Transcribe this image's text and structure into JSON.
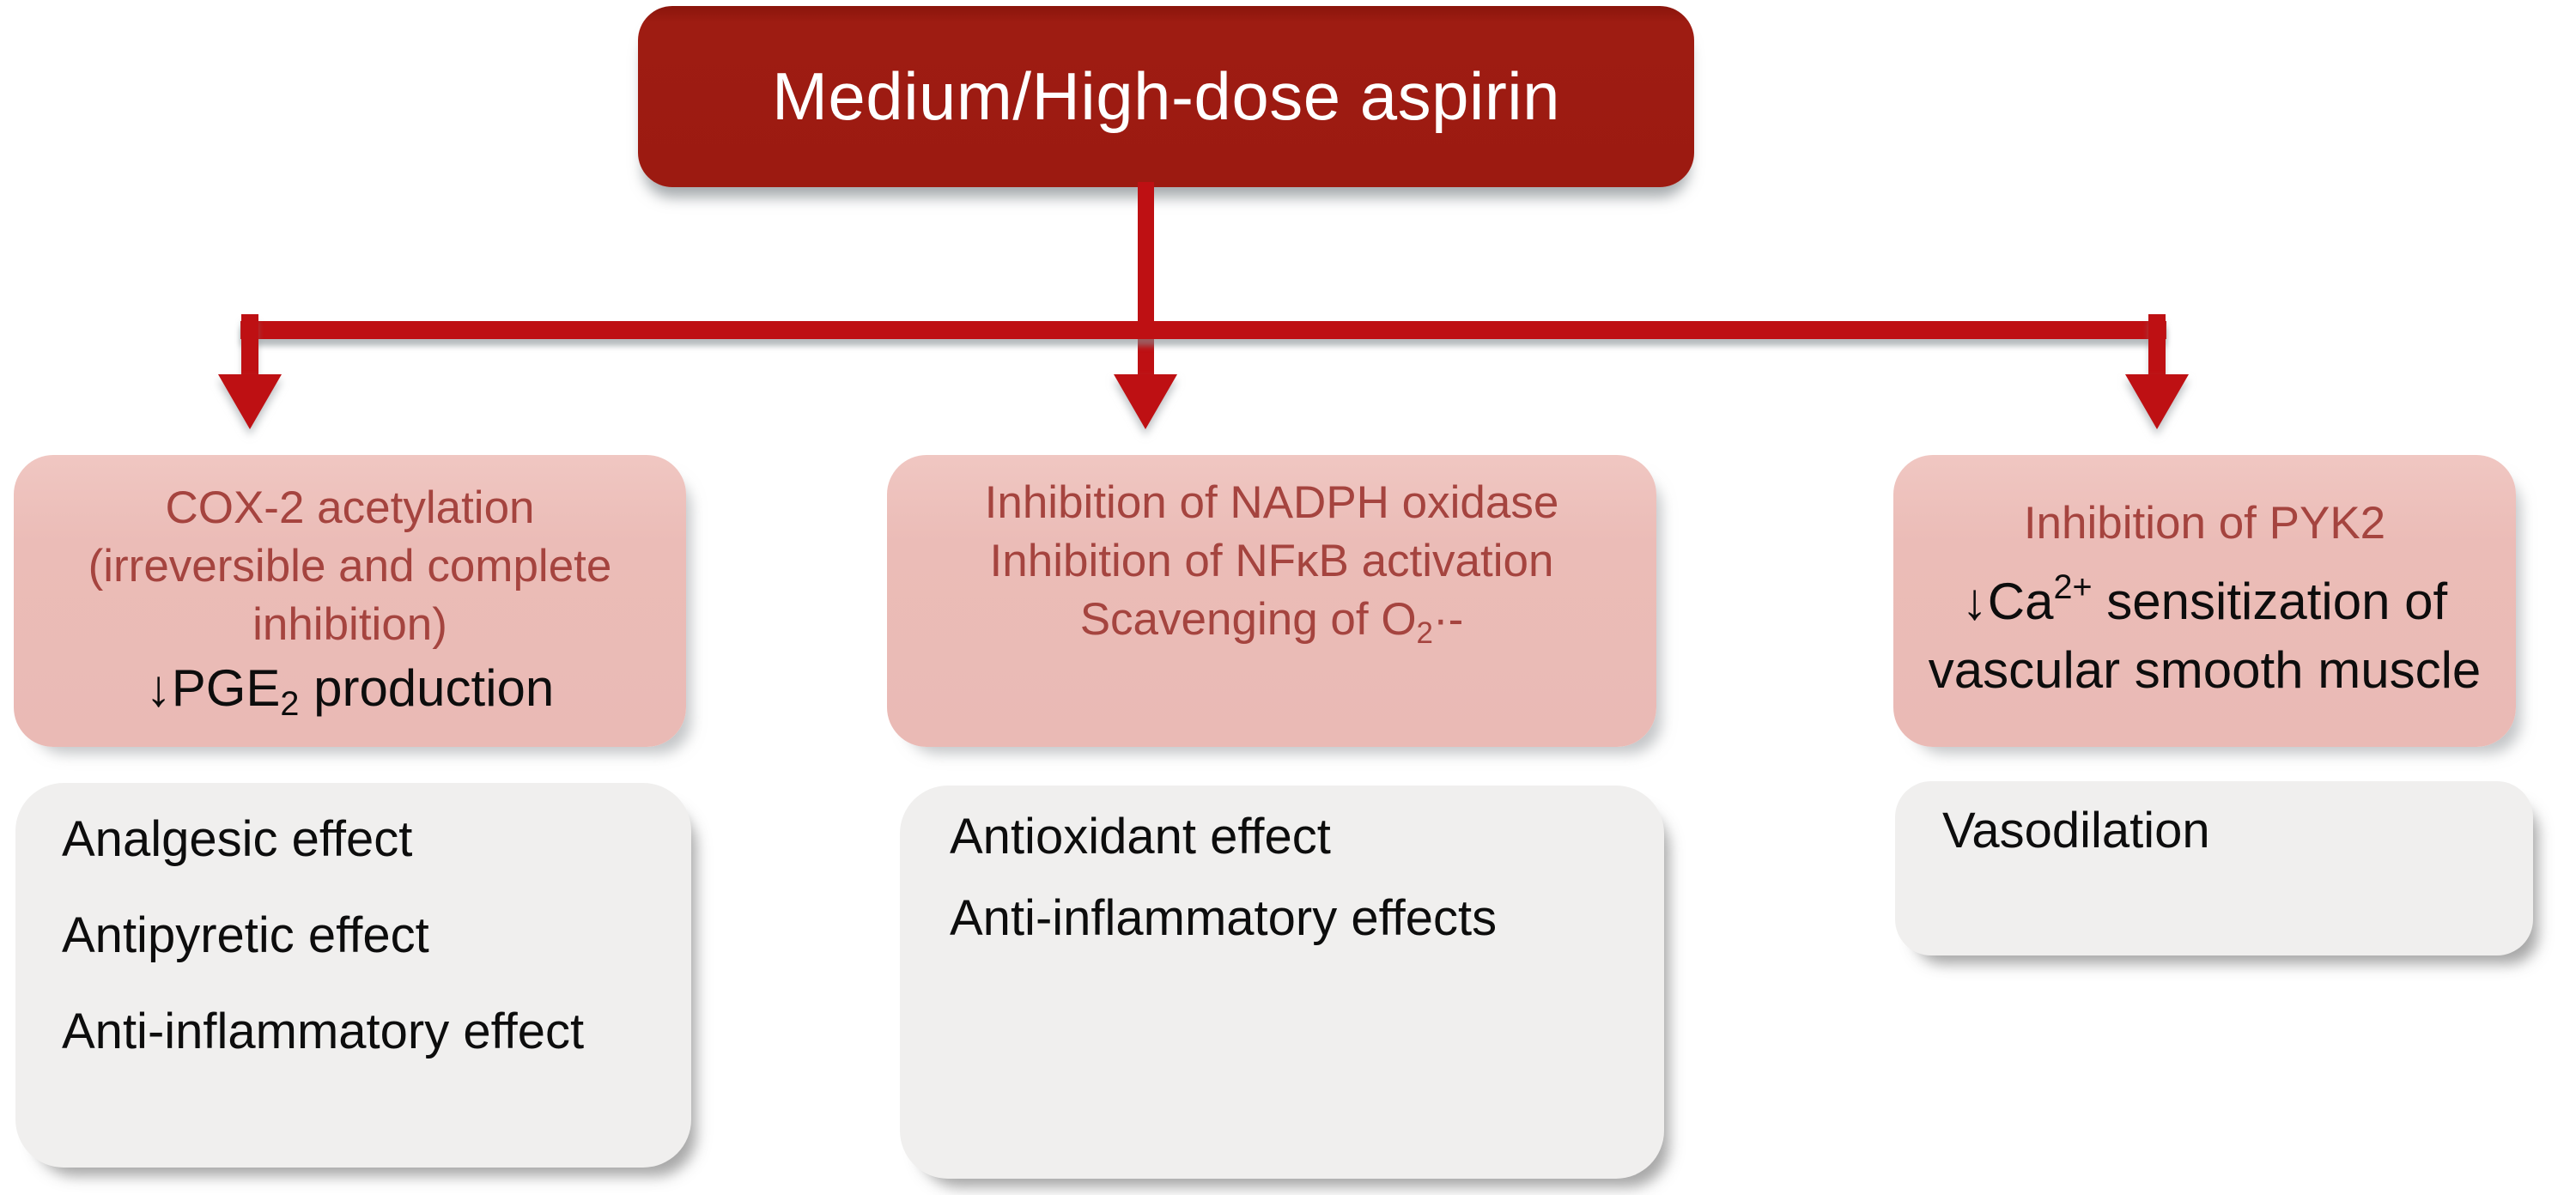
{
  "root": {
    "label": "Medium/High-dose aspirin"
  },
  "colors": {
    "root_bg": "#9c1a11",
    "root_text": "#ffffff",
    "arrow_red": "#be1013",
    "mechanism_bg": "#eabab5",
    "mechanism_text_maroon": "#a5443f",
    "mechanism_text_black": "#0d0d0d",
    "effect_bg": "#f0efee",
    "effect_text": "#0d0d0d",
    "background": "#ffffff"
  },
  "branches": [
    {
      "id": "cox2-branch",
      "mechanism": {
        "lines": [
          {
            "color": "maroon",
            "parts": [
              {
                "text": "COX-2 acetylation"
              }
            ]
          },
          {
            "color": "maroon",
            "parts": [
              {
                "text": "(irreversible and complete"
              }
            ]
          },
          {
            "color": "maroon",
            "parts": [
              {
                "text": "inhibition)"
              }
            ]
          },
          {
            "color": "black",
            "parts": [
              {
                "text": "↓PGE"
              },
              {
                "text": "2",
                "script": "sub"
              },
              {
                "text": " production"
              }
            ]
          }
        ]
      },
      "effects": [
        "Analgesic effect",
        "Antipyretic effect",
        "Anti-inflammatory effect"
      ]
    },
    {
      "id": "nadph-branch",
      "mechanism": {
        "lines": [
          {
            "color": "maroon",
            "parts": [
              {
                "text": "Inhibition of NADPH oxidase"
              }
            ]
          },
          {
            "color": "maroon",
            "parts": [
              {
                "text": "Inhibition of NFκB activation"
              }
            ]
          },
          {
            "color": "maroon",
            "parts": [
              {
                "text": "Scavenging of O"
              },
              {
                "text": "2",
                "script": "sub"
              },
              {
                "text": "·-"
              }
            ]
          }
        ]
      },
      "effects": [
        "Antioxidant effect",
        "Anti-inflammatory effects"
      ]
    },
    {
      "id": "pyk2-branch",
      "mechanism": {
        "lines": [
          {
            "color": "maroon",
            "parts": [
              {
                "text": "Inhibition of PYK2"
              }
            ]
          },
          {
            "color": "black",
            "parts": [
              {
                "text": "↓Ca"
              },
              {
                "text": "2+",
                "script": "sup"
              },
              {
                "text": " sensitization of"
              }
            ]
          },
          {
            "color": "black",
            "parts": [
              {
                "text": "vascular smooth muscle"
              }
            ]
          }
        ]
      },
      "effects": [
        "Vasodilation"
      ]
    }
  ]
}
